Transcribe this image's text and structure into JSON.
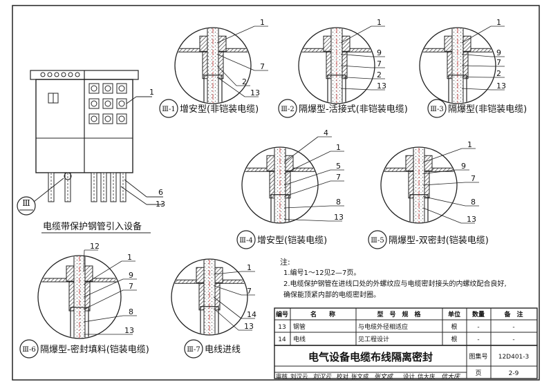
{
  "figures": [
    {
      "roman": "Ⅲ-1",
      "caption": "增安型(非铠装电缆)",
      "labels": [
        "1",
        "7",
        "2",
        "13"
      ]
    },
    {
      "roman": "Ⅲ-2",
      "caption": "隔爆型-活接式(非铠装电缆)",
      "labels": [
        "1",
        "9",
        "7",
        "2",
        "13"
      ]
    },
    {
      "roman": "Ⅲ-3",
      "caption": "隔爆型(非铠装电缆)",
      "labels": [
        "1",
        "9",
        "7",
        "2",
        "13"
      ]
    },
    {
      "roman": "Ⅲ-4",
      "caption": "增安型(铠装电缆)",
      "labels": [
        "4",
        "1",
        "5",
        "7",
        "8",
        "13"
      ]
    },
    {
      "roman": "Ⅲ-5",
      "caption": "隔爆型-双密封(铠装电缆)",
      "labels": [
        "1",
        "9",
        "7",
        "8",
        "13"
      ]
    },
    {
      "roman": "Ⅲ-6",
      "caption": "隔爆型-密封填料(铠装电缆)",
      "labels": [
        "12",
        "1",
        "9",
        "7",
        "8",
        "13"
      ]
    },
    {
      "roman": "Ⅲ-7",
      "caption": "电线进线",
      "labels": [
        "1",
        "7",
        "14",
        "13"
      ]
    }
  ],
  "equipment": {
    "caption": "电缆带保护钢管引入设备",
    "callout": "Ⅲ",
    "labels": [
      "1",
      "6",
      "13"
    ]
  },
  "notes": {
    "title": "注:",
    "items": [
      "1.编号1～12见2—7页。",
      "2.电缆保护钢管在进线口处的外螺纹应与电缆密封接头的内螺纹配合良好,",
      "   确保能顶紧内部的电缆密封圈。"
    ]
  },
  "table": {
    "headers": [
      "编号",
      "名　　称",
      "型　号　规　格",
      "单位",
      "数量",
      "备　注"
    ],
    "rows": [
      [
        "13",
        "钢管",
        "与电缆外径相适应",
        "根",
        "-",
        "-"
      ],
      [
        "14",
        "电线",
        "见工程设计",
        "根",
        "-",
        "-"
      ]
    ]
  },
  "title_block": {
    "title": "电气设备电缆布线隔离密封",
    "atlas_label": "图集号",
    "atlas_no": "12D401-3",
    "page_label": "页",
    "page_no": "2-9",
    "review_label": "审核",
    "reviewer": "刘汉云",
    "check_label": "校对",
    "checker": "张文成",
    "design_label": "设计",
    "designer": "信大庆",
    "sig_reviewer": "刘汉云",
    "sig_checker": "张文成",
    "sig_designer": "信大庆"
  }
}
